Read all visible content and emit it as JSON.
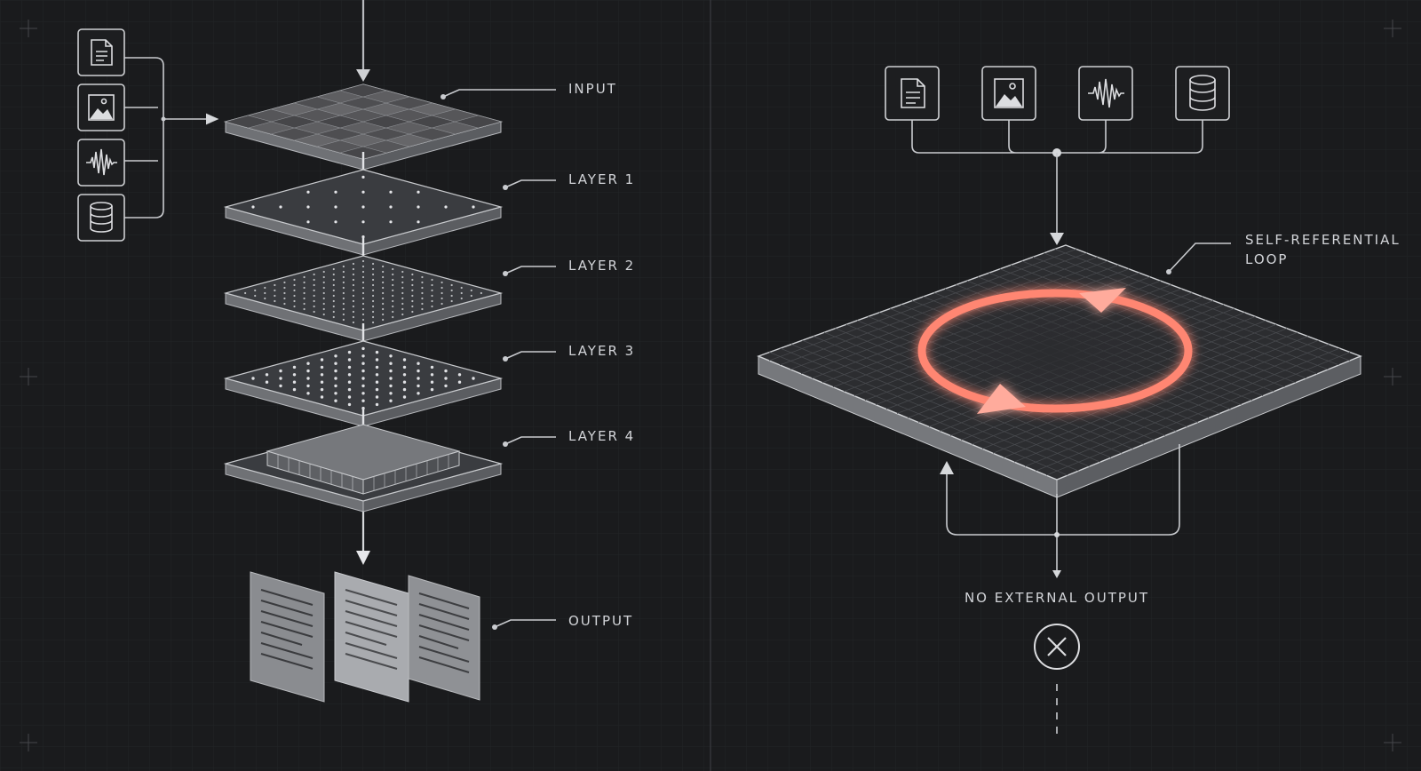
{
  "left_panel": {
    "input_icons": [
      {
        "icon": "document-icon"
      },
      {
        "icon": "image-icon"
      },
      {
        "icon": "audio-waveform-icon"
      },
      {
        "icon": "database-icon"
      }
    ],
    "layers": [
      {
        "label": "INPUT"
      },
      {
        "label": "LAYER 1"
      },
      {
        "label": "LAYER 2"
      },
      {
        "label": "LAYER 3"
      },
      {
        "label": "LAYER 4"
      }
    ],
    "output_label": "OUTPUT"
  },
  "right_panel": {
    "input_icons": [
      {
        "icon": "document-icon"
      },
      {
        "icon": "image-icon"
      },
      {
        "icon": "audio-waveform-icon"
      },
      {
        "icon": "database-icon"
      }
    ],
    "loop_label_line1": "SELF-REFERENTIAL",
    "loop_label_line2": "LOOP",
    "no_output_label": "NO EXTERNAL OUTPUT",
    "no_output_icon": "x-circle-icon"
  },
  "colors": {
    "background": "#1a1b1d",
    "grid": "#26282b",
    "line": "#c9cbcf",
    "loop_accent": "#ff8672"
  }
}
